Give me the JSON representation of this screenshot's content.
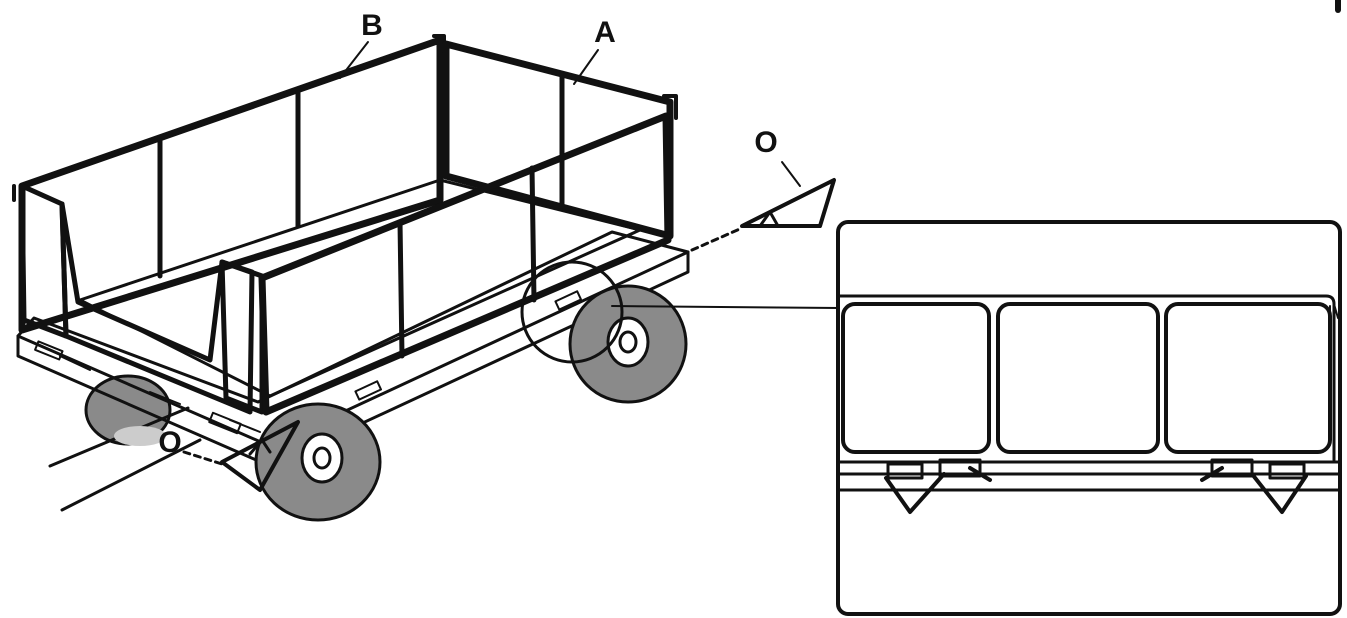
{
  "labels": {
    "side_panel_long": "B",
    "side_panel_short": "A",
    "pin_top": "O",
    "pin_bottom": "O"
  },
  "colors": {
    "line": "#111111",
    "tire": "#8a8a8a",
    "background": "#ffffff"
  },
  "icons": {
    "main": "garden-cart-assembly",
    "detail": "clip-detail-magnifier",
    "pin": "cotter-pin"
  }
}
